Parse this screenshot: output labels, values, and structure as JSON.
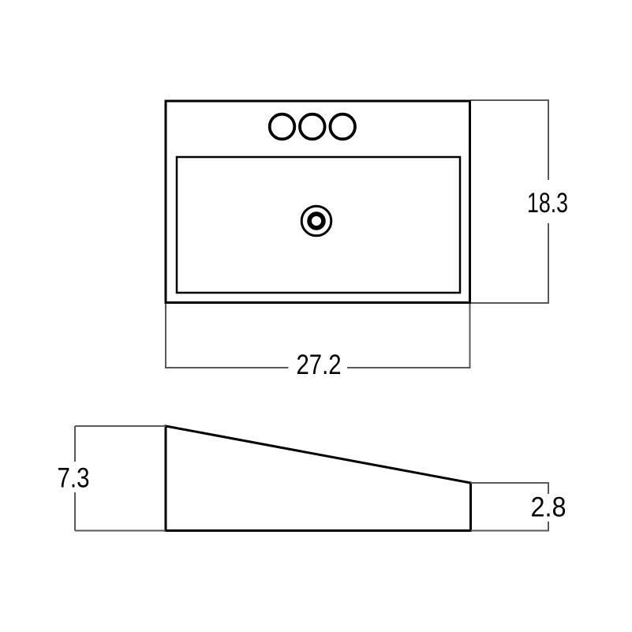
{
  "drawing": {
    "type": "sink-dimension-diagram",
    "faucet_hole_count": 3,
    "dimensions": {
      "width": {
        "label": "27.2",
        "orientation": "horizontal"
      },
      "height": {
        "label": "18.3",
        "orientation": "vertical"
      },
      "depth_back": {
        "label": "7.3",
        "orientation": "vertical"
      },
      "depth_front": {
        "label": "2.8",
        "orientation": "vertical"
      }
    },
    "colors": {
      "background": "#ffffff",
      "outline": "#000000",
      "dimension": "#595959",
      "text": "#000000"
    }
  }
}
